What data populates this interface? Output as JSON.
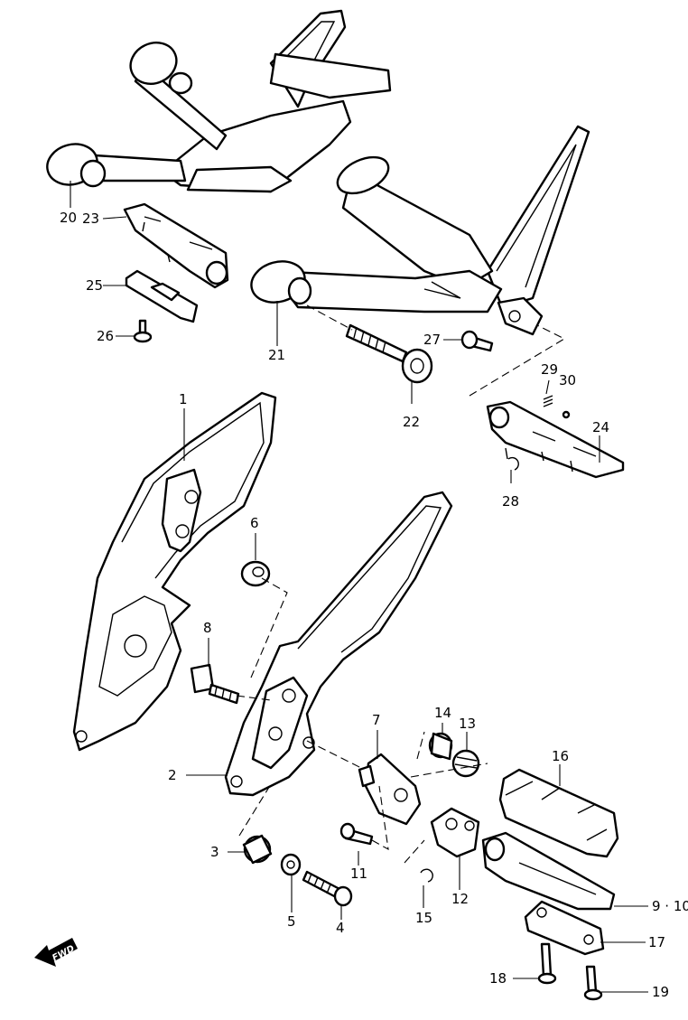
{
  "callouts": {
    "c1": "1",
    "c2": "2",
    "c3": "3",
    "c4": "4",
    "c5": "5",
    "c6": "6",
    "c7": "7",
    "c8": "8",
    "c9_10": "9 · 10",
    "c11": "11",
    "c12": "12",
    "c13": "13",
    "c14": "14",
    "c15": "15",
    "c16": "16",
    "c17": "17",
    "c18": "18",
    "c19": "19",
    "c20": "20",
    "c21": "21",
    "c22": "22",
    "c23": "23",
    "c24": "24",
    "c25": "25",
    "c26": "26",
    "c27": "27",
    "c28": "28",
    "c29": "29",
    "c30": "30"
  },
  "direction_marker": {
    "text": "FWD",
    "icon": "arrow-icon"
  }
}
